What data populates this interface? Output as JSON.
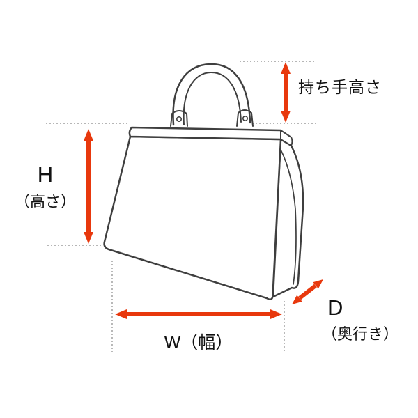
{
  "diagram": {
    "subject": "handbag-dimension-diagram",
    "labels": {
      "handle_height": "持ち手高さ",
      "height_letter": "H",
      "height_caption": "（高さ）",
      "width": "W（幅）",
      "depth_letter": "D",
      "depth_caption": "（奥行き）"
    },
    "colors": {
      "arrow": "#e8380d",
      "line": "#3f3f3f",
      "guide": "#8a8a8a"
    }
  }
}
